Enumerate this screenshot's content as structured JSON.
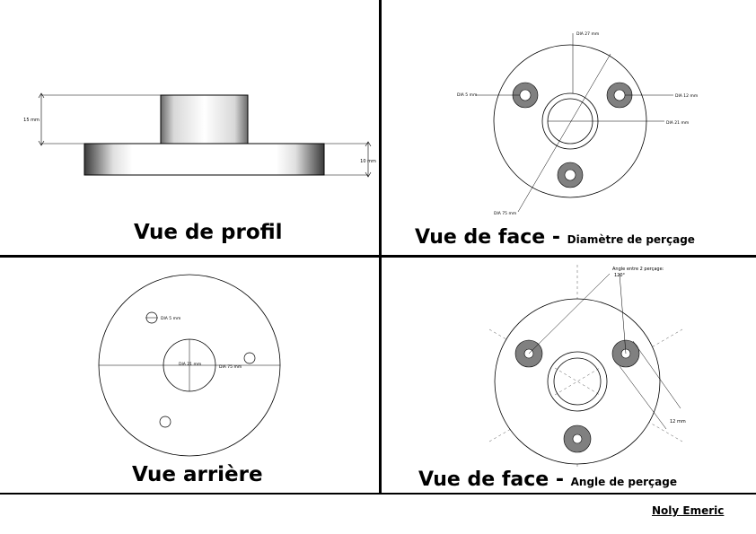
{
  "views": {
    "side": {
      "title": "Vue de profil",
      "dim_height_top": "15 mm",
      "dim_height_base": "10 mm"
    },
    "front": {
      "title": "Vue de face - ",
      "subtitle": "Diamètre de perçage",
      "dia_small_hole": "DIA 5 mm",
      "dia_27": "DIA 27 mm",
      "dia_12": "DIA 12 mm",
      "dia_21": "DIA 21 mm",
      "dia_75": "DIA 75 mm"
    },
    "back": {
      "title": "Vue arrière",
      "dia_5": "DIA 5 mm",
      "dia_21": "DIA 21 mm",
      "dia_75": "DIA 75 mm"
    },
    "angle": {
      "title": "Vue de face - ",
      "subtitle": "Angle de perçage",
      "angle_label": "Angle entre 2 perçage:",
      "angle_value": "120°",
      "dim_12": "12 mm"
    }
  },
  "author": "Noly Emeric",
  "colors": {
    "hole_fill": "#808080",
    "line": "#000000"
  }
}
